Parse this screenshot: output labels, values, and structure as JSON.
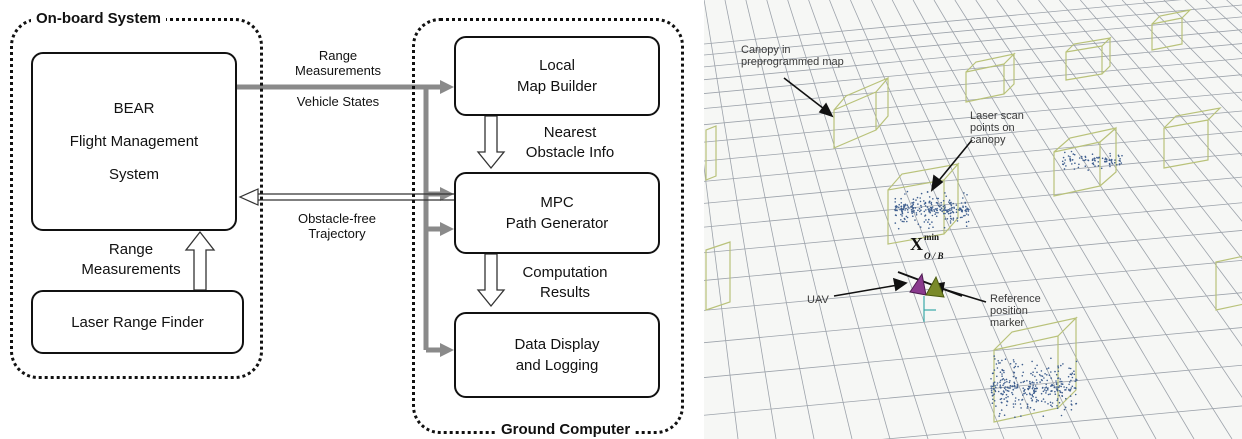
{
  "diagram": {
    "onboard": {
      "title": "On-board System",
      "bear_lines": [
        "BEAR",
        "Flight Management",
        "System"
      ],
      "laser": "Laser Range Finder",
      "range_measurements_lines": [
        "Range",
        "Measurements"
      ]
    },
    "ground": {
      "title": "Ground Computer",
      "map_builder_lines": [
        "Local",
        "Map Builder"
      ],
      "mpc_lines": [
        "MPC",
        "Path Generator"
      ],
      "display_lines": [
        "Data Display",
        "and Logging"
      ]
    },
    "arrows": {
      "range_top_lines": [
        "Range",
        "Measurements"
      ],
      "vehicle_states": "Vehicle States",
      "nearest_lines": [
        "Nearest",
        "Obstacle Info"
      ],
      "obstacle_free_lines": [
        "Obstacle-free",
        "Trajectory"
      ],
      "computation_lines": [
        "Computation",
        "Results"
      ]
    }
  },
  "scene": {
    "canopy_label_lines": [
      "Canopy in",
      "preprogrammed map"
    ],
    "laser_scan_lines": [
      "Laser scan",
      "points on",
      "canopy"
    ],
    "uav_label": "UAV",
    "reference_lines": [
      "Reference",
      "position",
      "marker"
    ],
    "symbol": {
      "main": "X",
      "sup": "min",
      "sub": "O / B"
    }
  }
}
